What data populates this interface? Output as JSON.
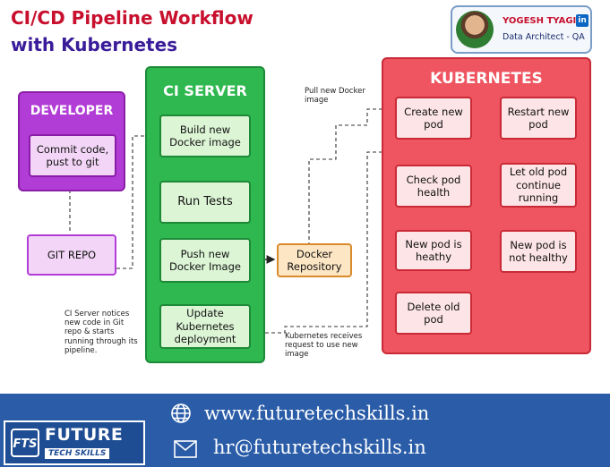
{
  "header": {
    "title_line1": "CI/CD Pipeline Workflow",
    "title_line2": "with Kubernetes"
  },
  "profile": {
    "name": "YOGESH TYAGI",
    "role": "Data Architect - QA",
    "linkedin_icon": "in"
  },
  "developer": {
    "title": "DEVELOPER",
    "commit": "Commit code, pust to git",
    "git_repo": "GIT REPO"
  },
  "ci_server": {
    "title": "CI SERVER",
    "steps": [
      "Build new Docker image",
      "Run Tests",
      "Push new Docker Image",
      "Update Kubernetes deployment"
    ]
  },
  "docker_repo": "Docker Repository",
  "kubernetes": {
    "title": "KUBERNETES",
    "create_pod": "Create new pod",
    "restart_pod": "Restart new pod",
    "check_health": "Check pod health",
    "let_old_pod": "Let old pod continue running",
    "pod_healthy": "New pod is heathy",
    "pod_not_healthy": "New pod is not healthy",
    "delete_old_pod": "Delete old pod"
  },
  "notes": {
    "pull_image": "Pull new Docker image",
    "ci_notices": "CI Server notices new code in Git repo & starts running through its pipeline.",
    "k8s_receives": "Kubernetes receives request to use new image"
  },
  "footer": {
    "website": "www.futuretechskills.in",
    "email": "hr@futuretechskills.in",
    "logo_main": "FUTURE",
    "logo_sub": "TECH SKILLS",
    "logo_mark": "FTS"
  },
  "colors": {
    "title_red": "#c8102e",
    "title_purple": "#3a1c9a",
    "developer": "#b23cd6",
    "ci_server": "#2eb84f",
    "kubernetes": "#ee5560",
    "docker": "#d98a2b",
    "footer": "#2a5ca8"
  },
  "icons": [
    "globe-icon",
    "mail-icon",
    "linkedin-icon",
    "avatar"
  ]
}
